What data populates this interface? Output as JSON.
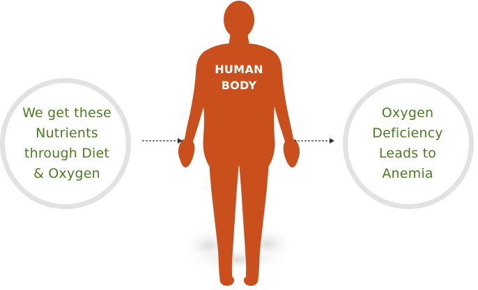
{
  "diagram": {
    "center_label": "HUMAN\nBODY",
    "left_node": {
      "text": "We get these\nNutrients\nthrough Diet\n& Oxygen"
    },
    "right_node": {
      "text": "Oxygen\nDeficiency\nLeads to\nAnemia"
    },
    "colors": {
      "body": "#c9501c",
      "text_green": "#4a7d1f",
      "circle_border": "#e2e2e2",
      "arrow": "#333333"
    }
  }
}
